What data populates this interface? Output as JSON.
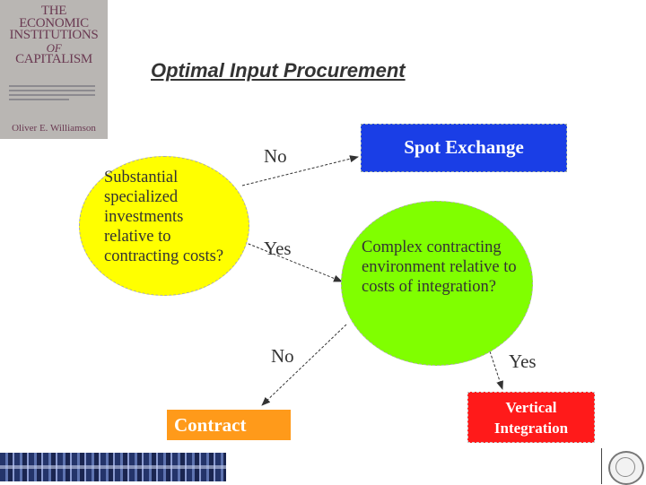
{
  "book_cover": {
    "title_lines": [
      "THE",
      "ECONOMIC",
      "INSTITUTIONS",
      "OF",
      "CAPITALISM"
    ],
    "author": "Oliver E. Williamson"
  },
  "title": "Optimal Input Procurement",
  "nodes": {
    "question1": "Substantial\nspecialized\ninvestments\nrelative to\ncontracting costs?",
    "question2": "Complex contracting\nenvironment relative to\ncosts of integration?",
    "spot_exchange": "Spot Exchange",
    "contract": "Contract",
    "vertical_integration": "Vertical\nIntegration"
  },
  "edge_labels": {
    "q1_no": "No",
    "q1_yes": "Yes",
    "q2_no": "No",
    "q2_yes": "Yes"
  },
  "colors": {
    "question1": "#ffff00",
    "question2": "#80ff00",
    "spot_exchange": "#1a3ee6",
    "contract": "#ff9a1a",
    "vertical_integration": "#ff1a1a"
  }
}
